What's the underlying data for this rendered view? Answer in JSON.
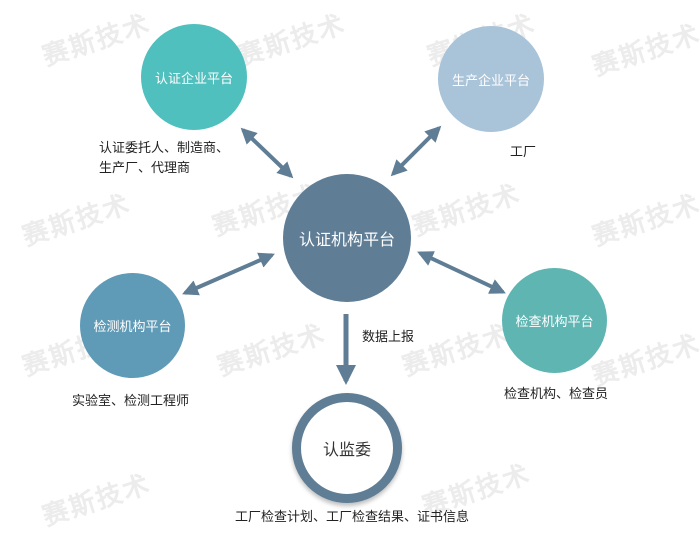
{
  "watermark": "赛斯技术",
  "nodes": {
    "cert_enterprise": {
      "title": "认证企业平台",
      "desc_line1": "认证委托人、制造商、",
      "desc_line2": "生产厂、代理商"
    },
    "production_enterprise": {
      "title": "生产企业平台",
      "desc": "工厂"
    },
    "cert_body": {
      "title": "认证机构平台"
    },
    "testing_body": {
      "title": "检测机构平台",
      "desc": "实验室、检测工程师"
    },
    "inspection_body": {
      "title": "检查机构平台",
      "desc": "检查机构、检查员"
    },
    "cnca": {
      "title": "认监委",
      "desc": "工厂检查计划、工厂检查结果、证书信息"
    }
  },
  "arrow_label": "数据上报",
  "colors": {
    "teal": "#4fc0be",
    "light_blue": "#a9c3d9",
    "center": "#5f7d95",
    "testing": "#5f9ab6",
    "inspection": "#5fb5b2",
    "ring": "#5f7d95",
    "arrow": "#5f7d95"
  }
}
